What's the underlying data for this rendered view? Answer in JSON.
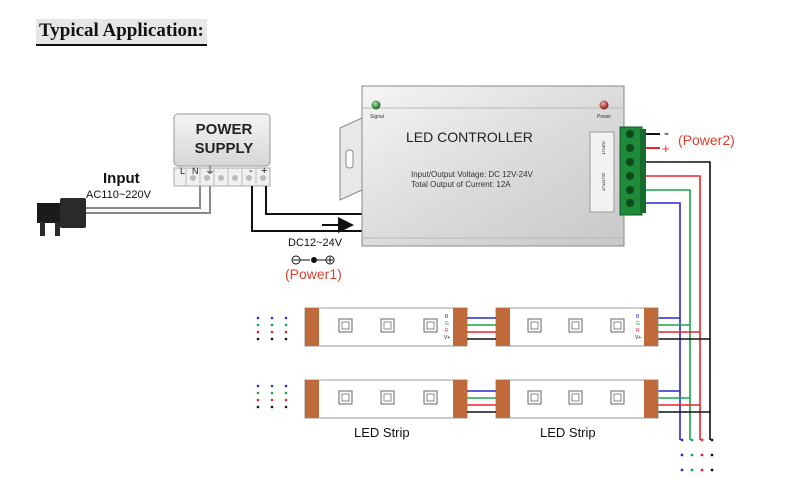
{
  "heading": "Typical Application:",
  "power_supply": {
    "label_line1": "POWER",
    "label_line2": "SUPPLY",
    "terminal_l": "L",
    "terminal_n": "N",
    "terminal_gnd": "⏚",
    "terminal_minus": "-",
    "terminal_plus": "+"
  },
  "input": {
    "label": "Input",
    "voltage": "AC110~220V"
  },
  "controller": {
    "name": "LED CONTROLLER",
    "spec_line1": "Input/Output Voltage: DC 12V-24V",
    "spec_line2": "Total Output of Current: 12A",
    "led_signal_label": "Signal",
    "led_power_label": "Power",
    "terminal_labels_top": "INPUT",
    "terminal_labels_bottom": "OUTPUT"
  },
  "power1": {
    "voltage": "DC12~24V",
    "label": "(Power1)"
  },
  "power2": {
    "minus": "-",
    "plus": "+",
    "label": "(Power2)"
  },
  "strips": {
    "label_left": "LED Strip",
    "label_right": "LED Strip",
    "pin_labels": [
      "B",
      "G",
      "R",
      "V+"
    ]
  },
  "colors": {
    "red_wire": "#e8232a",
    "green_wire": "#1aa34a",
    "blue_wire": "#2a2ad0",
    "black_wire": "#111111",
    "accent_text": "#d9412c",
    "strip_fill": "#ffffff",
    "connector": "#b5633a"
  }
}
